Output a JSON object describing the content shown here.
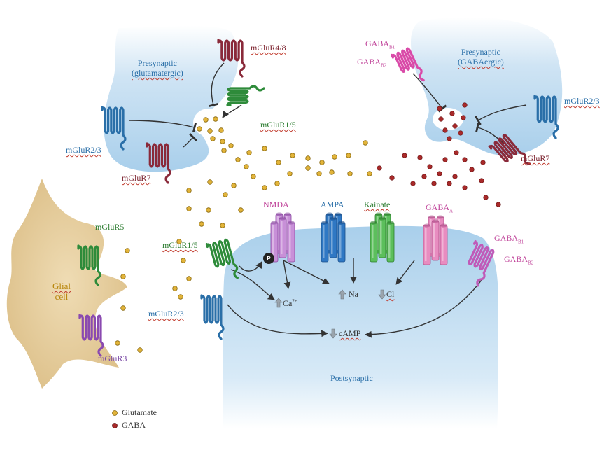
{
  "labels": {
    "presyn_glu_line1": "Presynaptic",
    "presyn_glu_line2": "(glutamatergic)",
    "presyn_gaba_line1": "Presynaptic",
    "presyn_gaba_line2": "(GABAergic)",
    "postsynaptic": "Postsynaptic",
    "glial_line1": "Glial",
    "glial_line2": "cell",
    "mglur48": "mGluR4/8",
    "mglur15_top": "mGluR1/5",
    "mglur23_left": "mGluR2/3",
    "mglur7_left": "mGluR7",
    "gaba_b1_top": "GABA",
    "gaba_b1_top_sub": "B1",
    "gaba_b2_top": "GABA",
    "gaba_b2_top_sub": "B2",
    "mglur23_right": "mGluR2/3",
    "mglur7_right": "mGluR7",
    "nmda": "NMDA",
    "ampa": "AMPA",
    "kainate": "Kainate",
    "gaba_a": "GABA",
    "gaba_a_sub": "A",
    "gaba_b1_post": "GABA",
    "gaba_b1_post_sub": "B1",
    "gaba_b2_post": "GABA",
    "gaba_b2_post_sub": "B2",
    "mglur5": "mGluR5",
    "mglur15_post": "mGluR1/5",
    "mglur23_post": "mGluR2/3",
    "mglur3": "mGluR3",
    "phospho": "P",
    "ca": "Ca",
    "ca_sup": "2+",
    "na": "Na",
    "cl": "Cl",
    "camp": "cAMP"
  },
  "legend": {
    "glutamate": "Glutamate",
    "gaba": "GABA"
  },
  "colors": {
    "glutamate": "#e2b43a",
    "gaba": "#a82a2a",
    "membrane": "#b9d8ee",
    "glial": "#e8d2a6",
    "nmda": "#c890d8",
    "ampa": "#2f78c4",
    "kainate": "#5cbf5c",
    "gaba_a": "#e88cc0"
  }
}
